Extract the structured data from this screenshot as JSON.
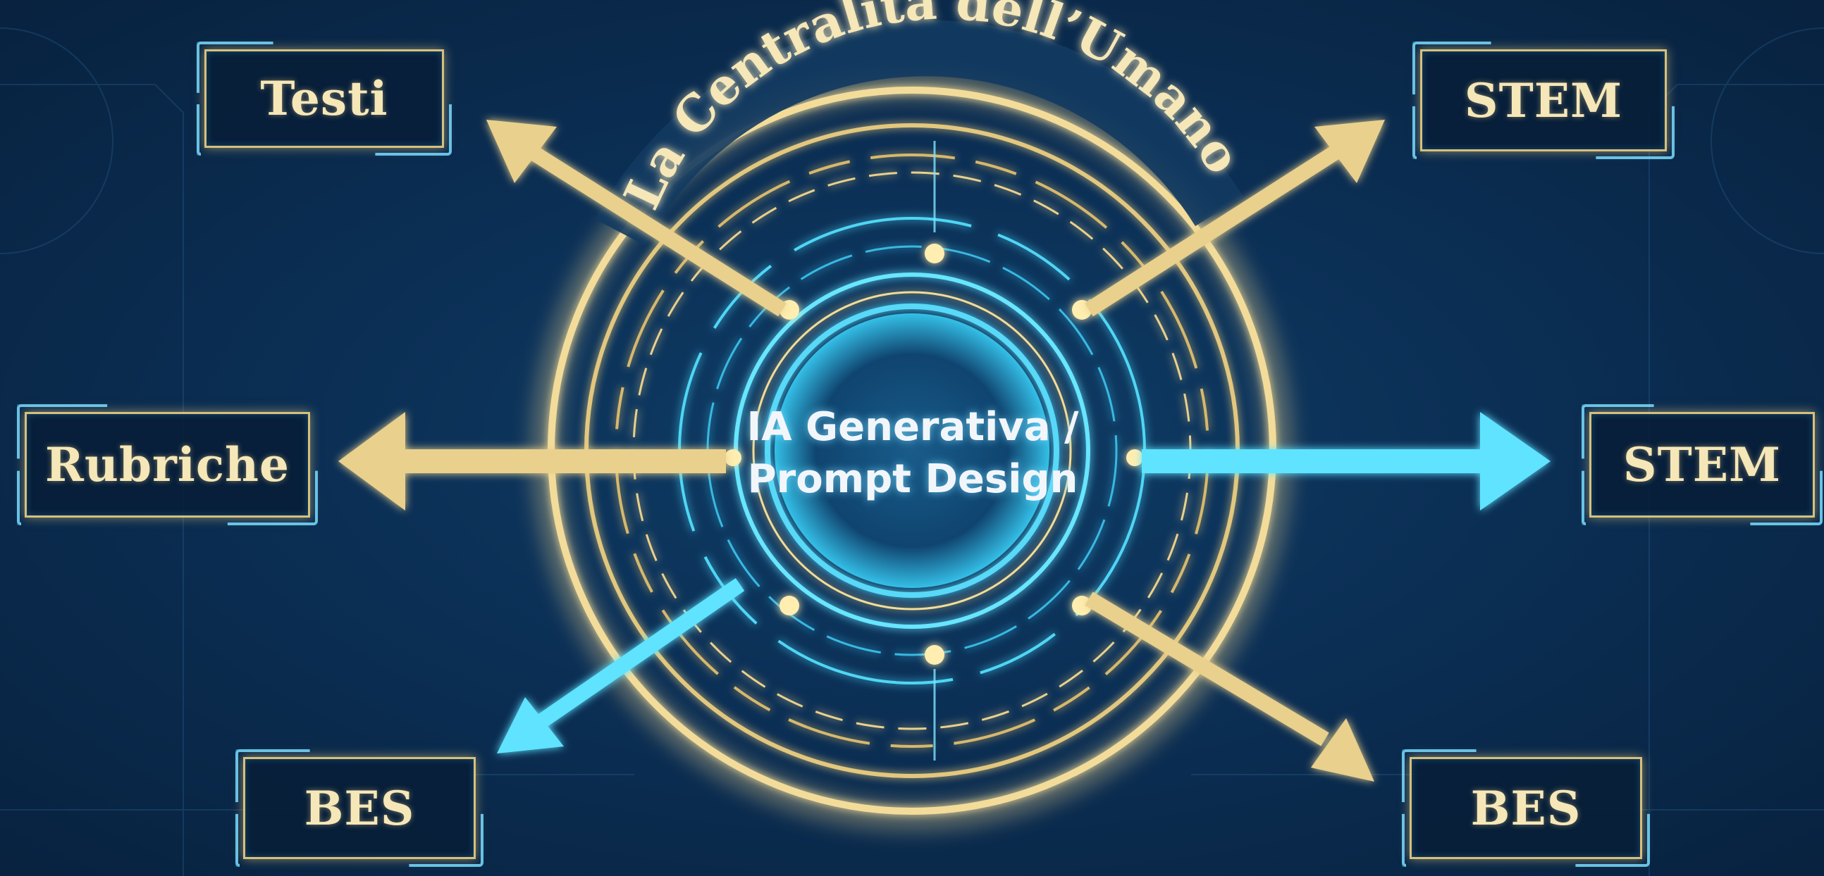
{
  "ring_title": "La Centralità dell’Umano",
  "center": {
    "line1": "IA Generativa /",
    "line2": "Prompt Design"
  },
  "nodes": {
    "top_left": "Testi",
    "top_right": "STEM",
    "mid_left": "Rubriche",
    "mid_right": "STEM",
    "bottom_left": "BES",
    "bottom_right": "BES"
  },
  "colors": {
    "background": "#0b2f55",
    "gold": "#e9d08c",
    "cyan": "#5fe3ff",
    "label_text": "#f6e7b8"
  }
}
